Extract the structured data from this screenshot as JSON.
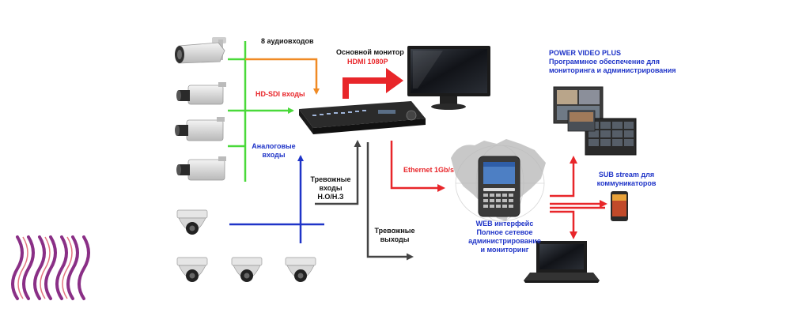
{
  "colors": {
    "green": "#4ad93a",
    "orange": "#f08a24",
    "blue": "#1f34c8",
    "red": "#e8262a",
    "dark": "#444444",
    "logo": "#8a2f86"
  },
  "labels": {
    "audio_inputs": "8 аудиовходов",
    "main_monitor": "Основной монитор",
    "hdmi": "HDMI 1080P",
    "hdsdi_inputs": "HD-SDI входы",
    "analog_inputs": [
      "Аналоговые",
      "входы"
    ],
    "alarm_inputs": [
      "Тревожные",
      "входы",
      "Н.О/Н.З"
    ],
    "alarm_outputs": [
      "Тревожные",
      "выходы"
    ],
    "ethernet": "Ethernet 1Gb/s",
    "web_interface": [
      "WEB интерфейс",
      "Полное сетевое",
      "администрирование",
      "и мониторинг"
    ],
    "software": [
      "POWER VIDEO PLUS",
      "Программное обеспечение для",
      "мониторинга и администрирования"
    ],
    "sub_stream": [
      "SUB stream для",
      "коммуникаторов"
    ]
  },
  "devices": [
    "bullet-camera-icon",
    "box-camera-icon",
    "dome-camera-icon",
    "dvr-recorder-icon",
    "monitor-icon",
    "smartphone-icon",
    "software-screens-icon",
    "mobile-phone-icon",
    "laptop-icon",
    "world-map-icon",
    "brand-logo"
  ]
}
